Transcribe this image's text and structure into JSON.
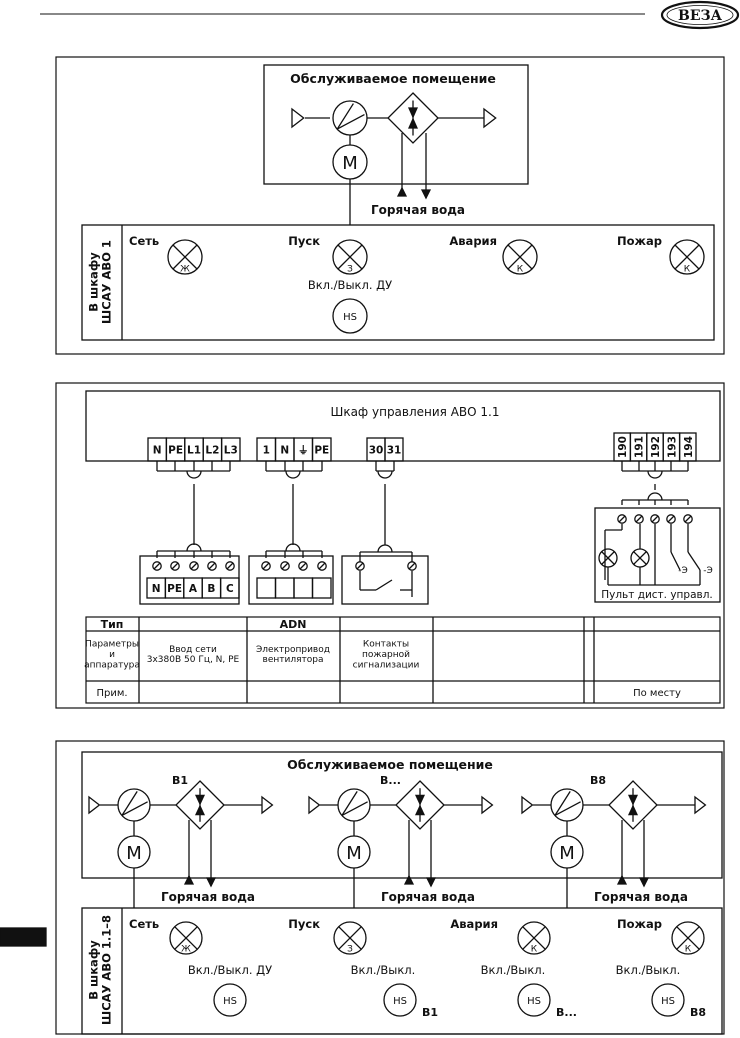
{
  "header": {
    "brand": "ВЕЗА"
  },
  "d1": {
    "title": "Обслуживаемое помещение",
    "motor": "M",
    "water": "Горячая вода",
    "cab": "В шкафу\nШСАУ АВО 1",
    "lamps": [
      {
        "label": "Сеть",
        "code": "Ж"
      },
      {
        "label": "Пуск",
        "code": "З"
      },
      {
        "label": "Авария",
        "code": "К"
      },
      {
        "label": "Пожар",
        "code": "К"
      }
    ],
    "switch_label": "Вкл./Выкл. ДУ",
    "hs": "HS"
  },
  "d2": {
    "title": "Шкаф управления АВО 1.1",
    "g1": [
      "N",
      "PE",
      "L1",
      "L2",
      "L3"
    ],
    "g2": [
      "1",
      "N",
      "⏚",
      "PE"
    ],
    "g3": [
      "30",
      "31"
    ],
    "g4": [
      "190",
      "191",
      "192",
      "193",
      "194"
    ],
    "ext1": [
      "N",
      "PE",
      "A",
      "B",
      "C"
    ],
    "remote": "Пульт дист. управл.",
    "sw1": "-Э",
    "sw2": "-Э",
    "table": {
      "h_type": "Тип",
      "h_adn": "ADN",
      "r1": [
        "Параметры\nи\nаппаратура",
        "Ввод сети\n3х380В 50 Гц, N, PE",
        "Электропривод\nвентилятора",
        "Контакты\nпожарной\nсигнализации",
        "",
        ""
      ],
      "r2_label": "Прим.",
      "r2_last": "По месту"
    }
  },
  "d3": {
    "title": "Обслуживаемое помещение",
    "units": [
      "B1",
      "B...",
      "B8"
    ],
    "motor": "M",
    "water": "Горячая вода",
    "cab": "В шкафу\nШСАУ АВО 1.1–8",
    "lamps": [
      {
        "label": "Сеть",
        "code": "Ж"
      },
      {
        "label": "Пуск",
        "code": "З"
      },
      {
        "label": "Авария",
        "code": "К"
      },
      {
        "label": "Пожар",
        "code": "К"
      }
    ],
    "switches": [
      {
        "label": "Вкл./Выкл. ДУ",
        "tag": ""
      },
      {
        "label": "Вкл./Выкл.",
        "tag": "B1"
      },
      {
        "label": "Вкл./Выкл.",
        "tag": "B..."
      },
      {
        "label": "Вкл./Выкл.",
        "tag": "B8"
      }
    ],
    "hs": "HS"
  }
}
